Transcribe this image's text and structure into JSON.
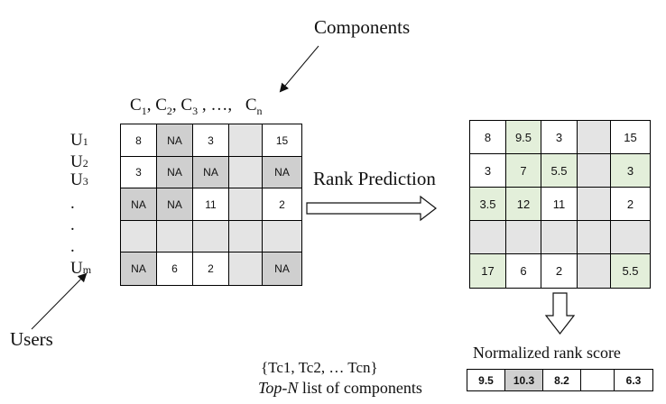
{
  "labels": {
    "components": "Components",
    "users": "Users",
    "rank_prediction": "Rank Prediction",
    "normalized_rank_score": "Normalized rank score",
    "top_n_set": "{Tc1, Tc2, … Tcn}",
    "top_n_italic": "Top-N",
    "top_n_rest": " list of components"
  },
  "column_header": [
    {
      "base": "C",
      "sub": "1",
      "sep": ", "
    },
    {
      "base": "C",
      "sub": "2",
      "sep": ", "
    },
    {
      "base": "C",
      "sub": "3",
      "sep": " , …, "
    },
    {
      "base": "C",
      "sub": "n",
      "sep": ""
    }
  ],
  "row_labels": [
    {
      "base": "U",
      "sub": "1"
    },
    {
      "base": "U",
      "sub": "2"
    },
    {
      "base": "U",
      "sub": "3"
    },
    {
      "base": ".",
      "sub": ""
    },
    {
      "base": ".",
      "sub": ""
    },
    {
      "base": ".",
      "sub": ""
    },
    {
      "base": "U",
      "sub": "m"
    }
  ],
  "left_matrix": [
    [
      {
        "v": "8",
        "c": "w"
      },
      {
        "v": "NA",
        "c": "d"
      },
      {
        "v": "3",
        "c": "w"
      },
      {
        "v": "",
        "c": "g"
      },
      {
        "v": "15",
        "c": "w"
      }
    ],
    [
      {
        "v": "3",
        "c": "w"
      },
      {
        "v": "NA",
        "c": "d"
      },
      {
        "v": "NA",
        "c": "d"
      },
      {
        "v": "",
        "c": "g"
      },
      {
        "v": "NA",
        "c": "d"
      }
    ],
    [
      {
        "v": "NA",
        "c": "d"
      },
      {
        "v": "NA",
        "c": "d"
      },
      {
        "v": "11",
        "c": "w"
      },
      {
        "v": "",
        "c": "g"
      },
      {
        "v": "2",
        "c": "w"
      }
    ],
    [
      {
        "v": "",
        "c": "g"
      },
      {
        "v": "",
        "c": "g"
      },
      {
        "v": "",
        "c": "g"
      },
      {
        "v": "",
        "c": "g"
      },
      {
        "v": "",
        "c": "g"
      }
    ],
    [
      {
        "v": "NA",
        "c": "d"
      },
      {
        "v": "6",
        "c": "w"
      },
      {
        "v": "2",
        "c": "w"
      },
      {
        "v": "",
        "c": "g"
      },
      {
        "v": "NA",
        "c": "d"
      }
    ]
  ],
  "right_matrix": [
    [
      {
        "v": "8",
        "c": "w"
      },
      {
        "v": "9.5",
        "c": "p"
      },
      {
        "v": "3",
        "c": "w"
      },
      {
        "v": "",
        "c": "g"
      },
      {
        "v": "15",
        "c": "w"
      }
    ],
    [
      {
        "v": "3",
        "c": "w"
      },
      {
        "v": "7",
        "c": "p"
      },
      {
        "v": "5.5",
        "c": "p"
      },
      {
        "v": "",
        "c": "g"
      },
      {
        "v": "3",
        "c": "p"
      }
    ],
    [
      {
        "v": "3.5",
        "c": "p"
      },
      {
        "v": "12",
        "c": "p"
      },
      {
        "v": "11",
        "c": "w"
      },
      {
        "v": "",
        "c": "g"
      },
      {
        "v": "2",
        "c": "w"
      }
    ],
    [
      {
        "v": "",
        "c": "g"
      },
      {
        "v": "",
        "c": "g"
      },
      {
        "v": "",
        "c": "g"
      },
      {
        "v": "",
        "c": "g"
      },
      {
        "v": "",
        "c": "g"
      }
    ],
    [
      {
        "v": "17",
        "c": "p"
      },
      {
        "v": "6",
        "c": "w"
      },
      {
        "v": "2",
        "c": "w"
      },
      {
        "v": "",
        "c": "g"
      },
      {
        "v": "5.5",
        "c": "p"
      }
    ]
  ],
  "score_row": [
    {
      "v": "9.5",
      "c": "w"
    },
    {
      "v": "10.3",
      "c": "d"
    },
    {
      "v": "8.2",
      "c": "w"
    },
    {
      "v": "",
      "c": "w"
    },
    {
      "v": "6.3",
      "c": "w"
    }
  ]
}
